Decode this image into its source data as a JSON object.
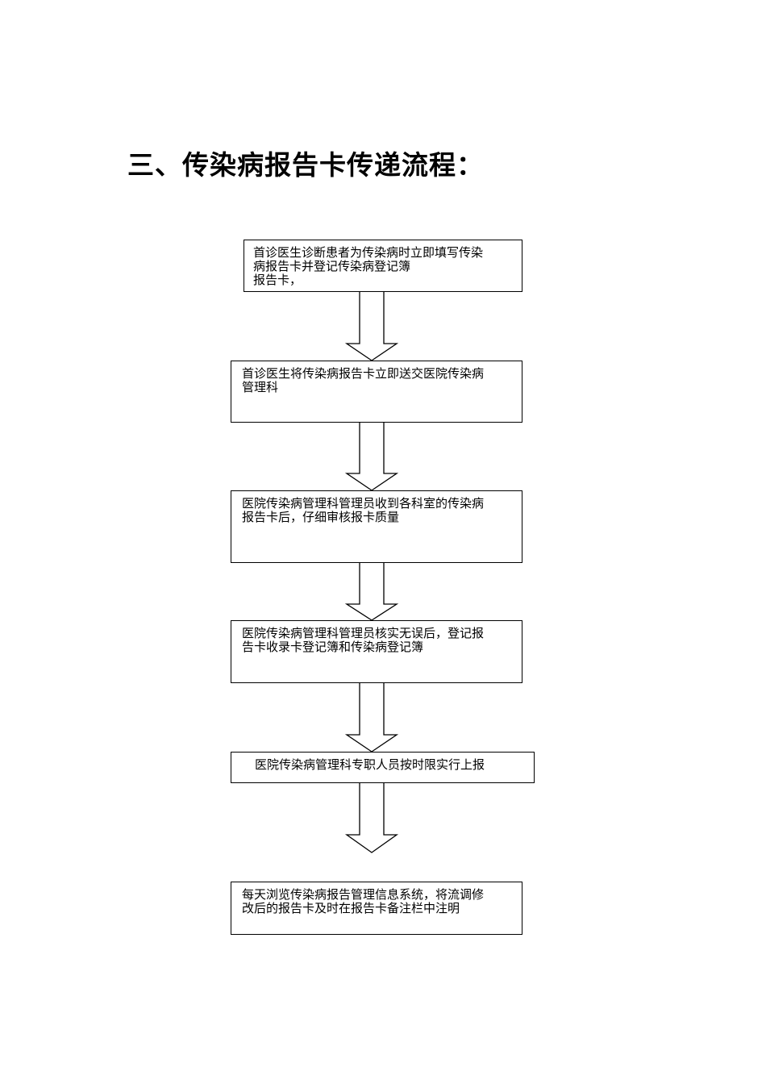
{
  "title": "三、传染病报告卡传递流程：",
  "steps": [
    {
      "lines": [
        "首诊医生诊断患者为传染病时立即填写传染",
        "病报告卡并登记传染病登记簿",
        "报告卡，"
      ]
    },
    {
      "lines": [
        "首诊医生将传染病报告卡立即送交医院传染病",
        "管理科"
      ]
    },
    {
      "lines": [
        "医院传染病管理科管理员收到各科室的传染病",
        "报告卡后，仔细审核报卡质量"
      ]
    },
    {
      "lines": [
        "医院传染病管理科管理员核实无误后，登记报",
        "告卡收录卡登记簿和传染病登记簿"
      ]
    },
    {
      "lines": [
        "医院传染病管理科专职人员按时限实行上报"
      ]
    },
    {
      "lines": [
        "每天浏览传染病报告管理信息系统，将流调修",
        "改后的报告卡及时在报告卡备注栏中注明"
      ]
    }
  ]
}
